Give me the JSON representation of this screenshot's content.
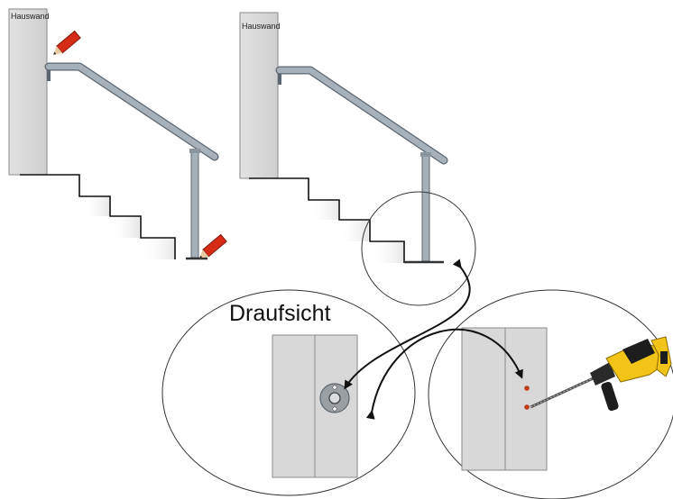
{
  "labels": {
    "house_wall_1": "Hauswand",
    "house_wall_2": "Hauswand",
    "top_view": "Draufsicht"
  },
  "icons": {
    "marker_top": "red-pencil-icon",
    "marker_bottom": "red-pencil-icon",
    "drill": "hammer-drill-icon"
  },
  "colors": {
    "wall_fill": "#d6d6d6",
    "wall_stroke": "#8a8a8a",
    "rail": "#a7b1ba",
    "rail_stroke": "#5c6670",
    "pencil_red": "#d62b16",
    "hole_red": "#c0391b",
    "drill_yellow": "#f2c418",
    "drill_black": "#1d1d1d",
    "arrow": "#111111"
  }
}
